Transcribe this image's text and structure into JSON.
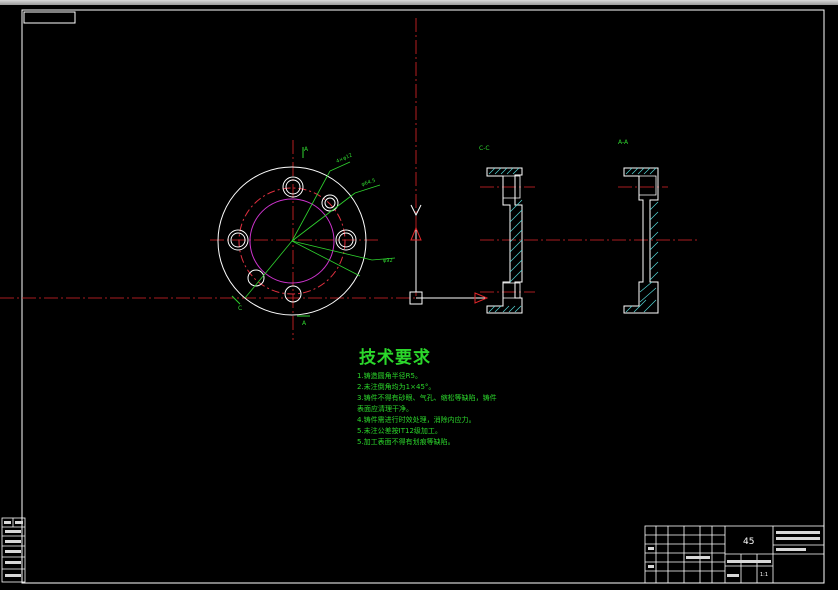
{
  "drawing": {
    "section_labels": {
      "plan_top": "A",
      "plan_bottom": "A",
      "plan_left": "C",
      "section_cc": "C-C",
      "section_aa": "A-A"
    },
    "dimensions": {
      "hole_dia": "4×φ12",
      "pcd": "φ64.5",
      "outer_dia": "φ92"
    },
    "tech_requirements": {
      "title": "技术要求",
      "items": [
        "1.铸造圆角半径R5。",
        "2.未注倒角均为1×45°。",
        "3.铸件不得有砂眼、气孔、缩松等缺陷，铸件表面应清理干净。",
        "4.铸件需进行时效处理，消除内应力。",
        "5.未注公差按IT12级加工。",
        "5.加工表面不得有划痕等缺陷。"
      ]
    },
    "title_block": {
      "material": "45",
      "scale": "1:1"
    },
    "colors": {
      "outline": "#ffffff",
      "centerline": "#e0262a",
      "circle_red": "#e03040",
      "circle_magenta": "#cc33cc",
      "dimension": "#2fd42f",
      "hatch": "#55d6d6",
      "frame": "#ffffff"
    }
  }
}
